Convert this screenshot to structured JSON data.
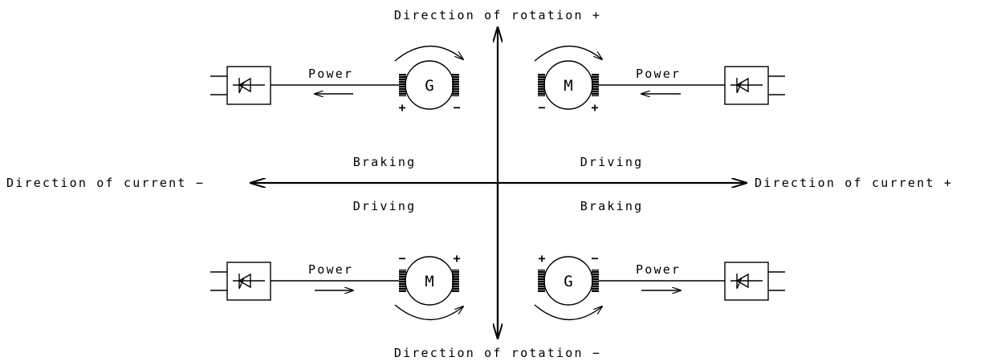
{
  "axes": {
    "rotation_positive": "Direction of rotation +",
    "rotation_negative": "Direction of rotation −",
    "current_negative": "Direction of current −",
    "current_positive": "Direction of current +"
  },
  "quadrants": {
    "top_left": "Braking",
    "top_right": "Driving",
    "bottom_left": "Driving",
    "bottom_right": "Braking"
  },
  "machines": {
    "top_left": {
      "symbol": "G",
      "left_pole": "+",
      "right_pole": "−",
      "power_label": "Power",
      "power_flow": "left"
    },
    "top_right": {
      "symbol": "M",
      "left_pole": "−",
      "right_pole": "+",
      "power_label": "Power",
      "power_flow": "left"
    },
    "bottom_left": {
      "symbol": "M",
      "left_pole": "−",
      "right_pole": "+",
      "power_label": "Power",
      "power_flow": "right"
    },
    "bottom_right": {
      "symbol": "G",
      "left_pole": "+",
      "right_pole": "−",
      "power_label": "Power",
      "power_flow": "right"
    }
  }
}
